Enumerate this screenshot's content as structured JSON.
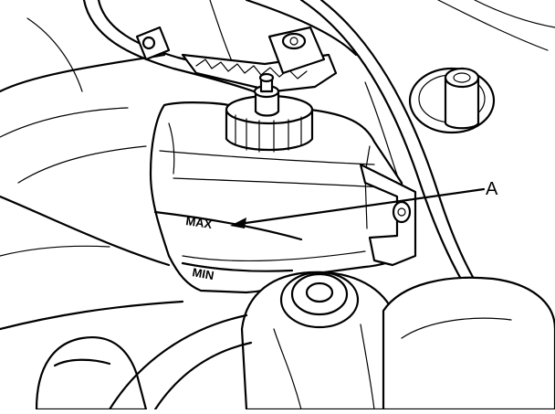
{
  "labels": {
    "callout": "A",
    "max_mark": "MAX",
    "min_mark": "MIN"
  },
  "colors": {
    "line": "#000000",
    "background": "#ffffff"
  }
}
